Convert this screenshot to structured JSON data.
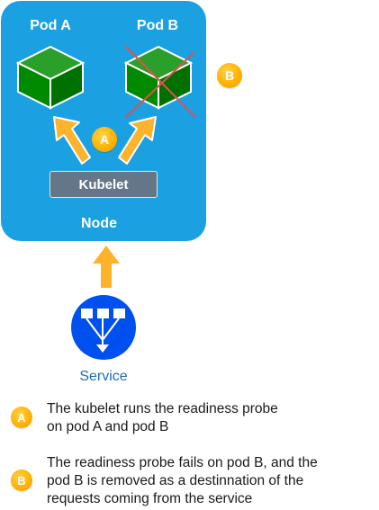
{
  "node": {
    "label": "Node",
    "kubelet_label": "Kubelet",
    "pods": [
      {
        "label": "Pod A",
        "status": "ready"
      },
      {
        "label": "Pod B",
        "status": "failed"
      }
    ]
  },
  "badges": {
    "a": "A",
    "b": "B"
  },
  "service": {
    "label": "Service"
  },
  "legend": [
    {
      "badge": "A",
      "text": "The kubelet runs the readiness probe\non pod A and pod B"
    },
    {
      "badge": "B",
      "text": "The readiness probe fails on pod B, and the\npod B is removed as a destinnation of the\nrequests coming from the service"
    }
  ],
  "colors": {
    "node_fill": "#1ba1e2",
    "pod_fill": "#008a00",
    "kubelet_fill": "#647687",
    "arrow_fill": "#ffb32c",
    "badge_fill": "#ffb300",
    "failure_cross": "#e05050",
    "service_fill": "#0050ef"
  }
}
